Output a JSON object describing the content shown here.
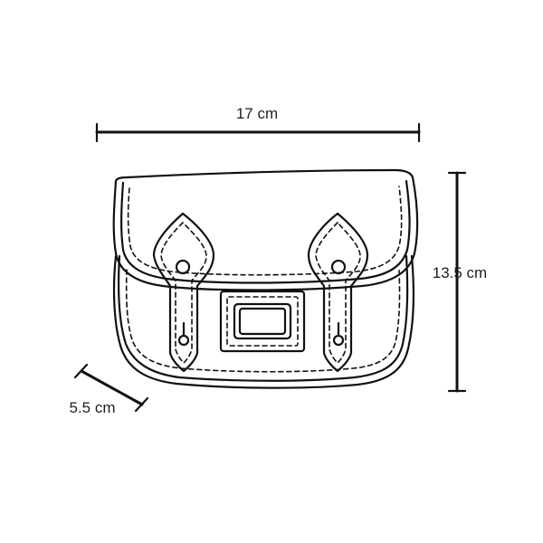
{
  "dimensions": {
    "width_label": "17 cm",
    "height_label": "13.5 cm",
    "depth_label": "5.5 cm"
  },
  "colors": {
    "ink": "#111111",
    "background": "#ffffff"
  }
}
